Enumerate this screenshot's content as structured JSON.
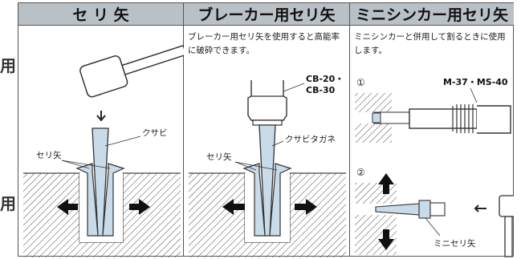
{
  "side_labels": {
    "top": "用",
    "bottom": "用"
  },
  "headers": [
    "セ リ 矢",
    "ブレーカー用セリ矢",
    "ミニシンカー用セリ矢"
  ],
  "col1": {
    "wedge_label": "クサビ",
    "feather_label": "セリ矢"
  },
  "col2": {
    "description": "ブレーカー用セリ矢を使用すると高能率に破砕できます。",
    "model_line1": "CB-20・",
    "model_line2": "CB-30",
    "chisel_label": "クサビタガネ",
    "feather_label": "セリ矢"
  },
  "col3": {
    "description": "ミニシンカーと併用して割るときに使用します。",
    "step1": "①",
    "step2": "②",
    "model": "M-37・MS-40",
    "mini_label": "ミニセリ矢"
  }
}
